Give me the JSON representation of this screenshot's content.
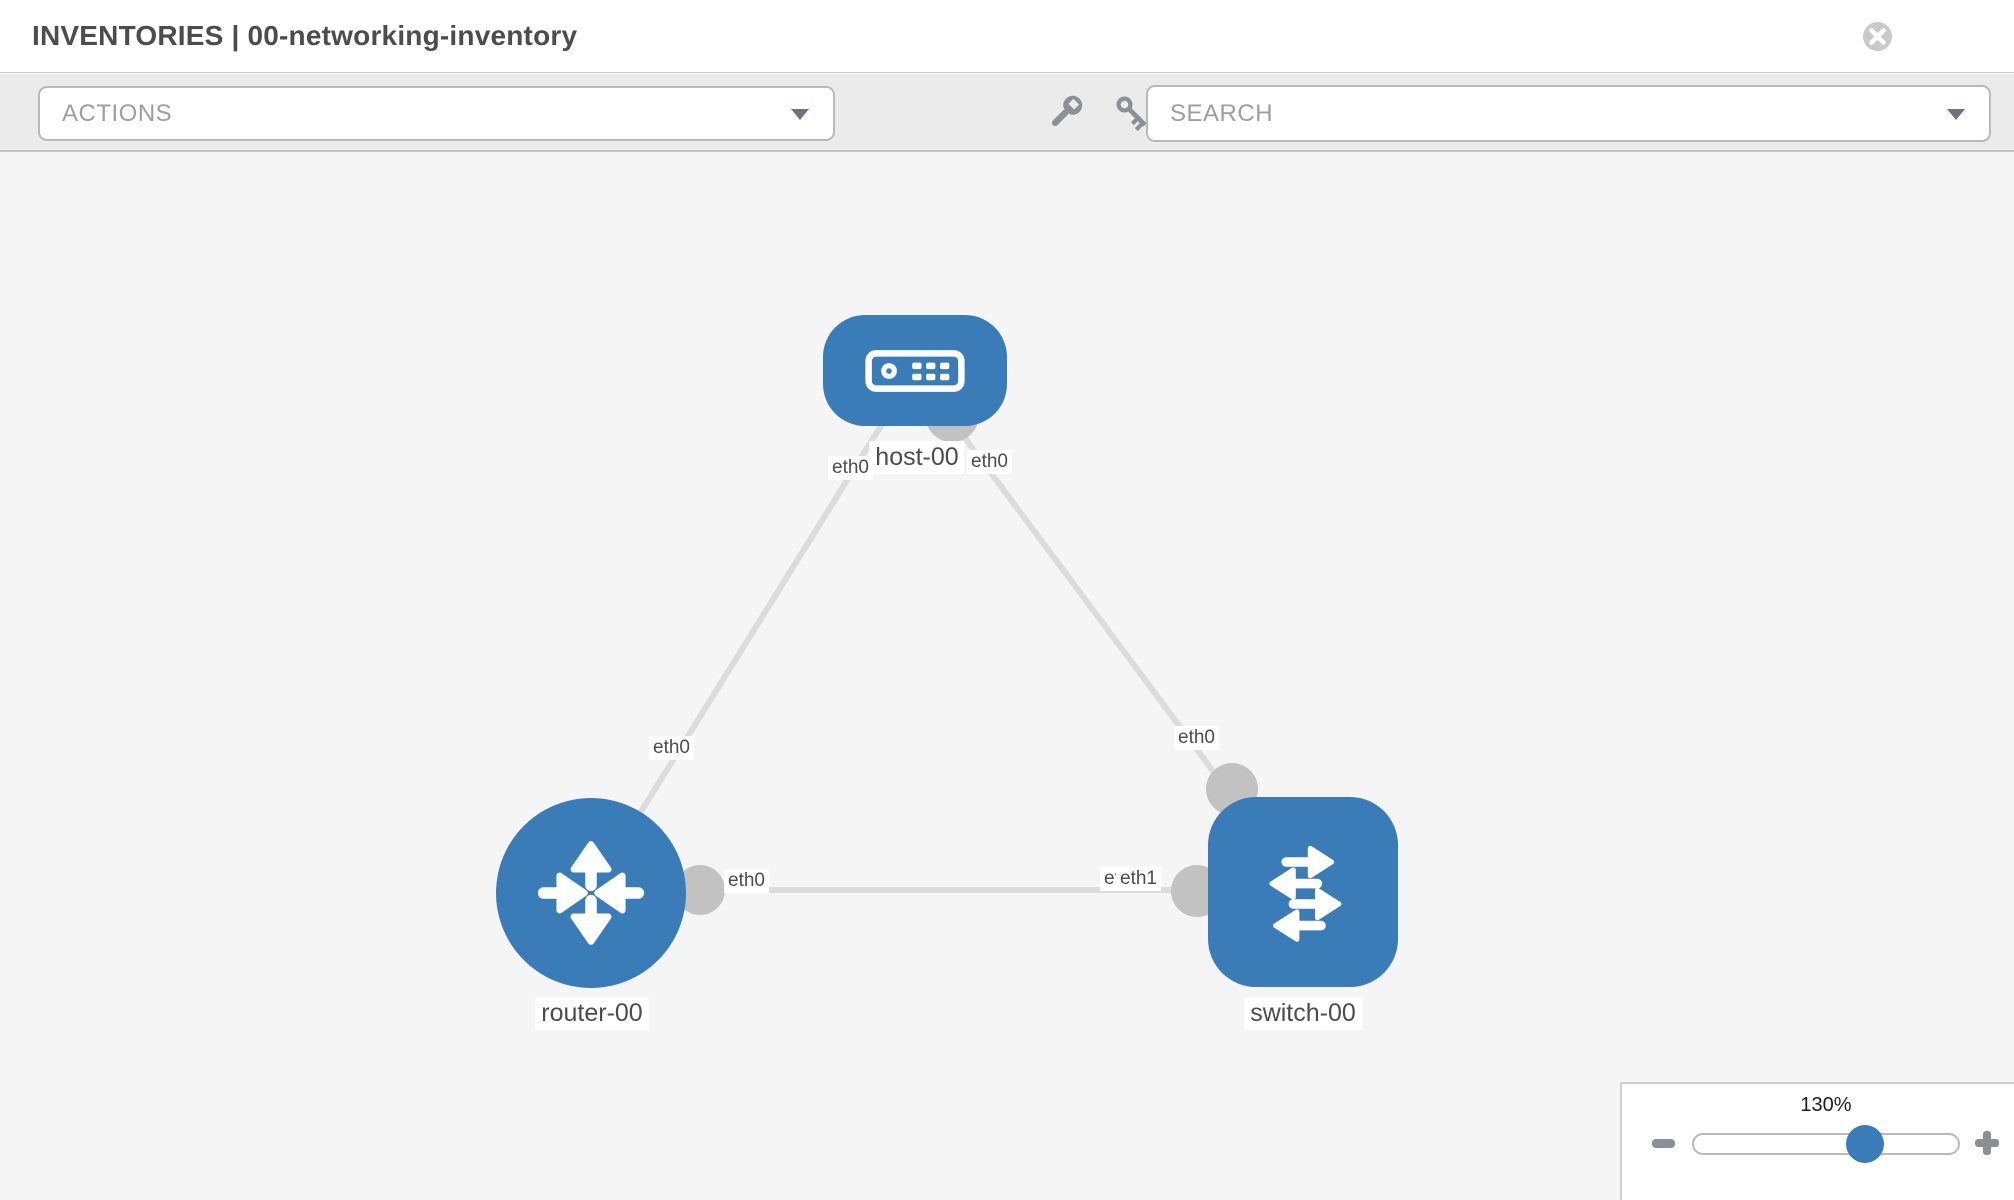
{
  "header": {
    "title": "INVENTORIES | 00-networking-inventory"
  },
  "toolbar": {
    "actions_label": "ACTIONS",
    "search_placeholder": "SEARCH",
    "icon_buttons": [
      "wrench-icon",
      "key-icon"
    ]
  },
  "icons": {
    "close": "circle-x",
    "wrench": "wrench",
    "key": "key",
    "dropdown_caret": "triangle-down",
    "zoom_out": "minus",
    "zoom_in": "plus"
  },
  "colors": {
    "node_blue": "#3a7cb8",
    "port_gray": "#c2c2c2",
    "link_gray": "#dcdcdc",
    "canvas_bg": "#f5f5f5",
    "toolbar_bg": "#ebebeb",
    "label_text": "#4c4c4c"
  },
  "topology": {
    "nodes": [
      {
        "id": "host-00",
        "type": "host",
        "label": "host-00"
      },
      {
        "id": "router-00",
        "type": "router",
        "label": "router-00"
      },
      {
        "id": "switch-00",
        "type": "switch",
        "label": "switch-00"
      }
    ],
    "links": [
      {
        "from": "host-00",
        "from_if": "eth0",
        "to": "router-00",
        "to_if": "eth0"
      },
      {
        "from": "host-00",
        "from_if": "eth0",
        "to": "switch-00",
        "to_if": "eth0"
      },
      {
        "from": "router-00",
        "from_if": "eth0",
        "to": "switch-00",
        "to_if": "eth1"
      }
    ],
    "interfaces": {
      "host_left": "eth0",
      "host_right": "eth0",
      "router_top": "eth0",
      "switch_top": "eth0",
      "router_right": "eth0",
      "switch_left_under": "eth0",
      "switch_left_over": "eth1"
    }
  },
  "zoom_control": {
    "value": "130%"
  }
}
